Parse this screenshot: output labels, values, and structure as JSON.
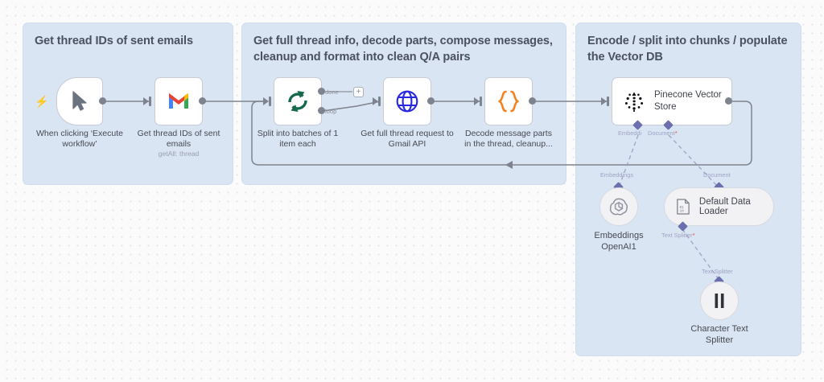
{
  "app": "n8n-workflow-canvas",
  "canvas": {
    "background_color": "#fbfbfc",
    "grid_dot_color": "#e3e3ea",
    "sticky_color": "#dae5f3"
  },
  "sticky_notes": [
    {
      "id": "note-1",
      "title": "Get thread IDs of sent emails"
    },
    {
      "id": "note-2",
      "title": "Get full thread info, decode parts, compose messages, cleanup and format into clean Q/A pairs"
    },
    {
      "id": "note-3",
      "title": "Encode / split into chunks / populate the Vector DB"
    }
  ],
  "nodes": [
    {
      "id": "node-when-clicking-execute-workflow",
      "icon": "cursor-pointer-icon",
      "label": "When clicking ‘Execute\nworkflow’",
      "subtitle": "",
      "type": "manual-trigger"
    },
    {
      "id": "node-get-thread-ids",
      "icon": "gmail-icon",
      "label": "Get thread IDs of sent\nemails",
      "subtitle": "getAll: thread",
      "type": "gmail"
    },
    {
      "id": "node-split-in-batches",
      "icon": "loop-icon",
      "label": "Split into batches of 1\nitem each",
      "subtitle": "",
      "type": "split-in-batches",
      "outputs": [
        "done",
        "loop"
      ]
    },
    {
      "id": "node-http-request-gmail",
      "icon": "globe-icon",
      "label": "Get full thread request to\nGmail API",
      "subtitle": "",
      "type": "http-request"
    },
    {
      "id": "node-code-decode",
      "icon": "code-braces-icon",
      "label": "Decode message parts\nin the thread, cleanup...",
      "subtitle": "",
      "type": "code"
    },
    {
      "id": "node-pinecone-vector-store",
      "icon": "pinecone-icon",
      "label": "Pinecone Vector\nStore",
      "subtitle": "",
      "type": "vector-store"
    },
    {
      "id": "node-embeddings-openai",
      "icon": "openai-icon",
      "label": "Embeddings\nOpenAI1",
      "subtitle": "",
      "type": "embeddings"
    },
    {
      "id": "node-default-data-loader",
      "icon": "binary-file-icon",
      "label": "Default Data Loader",
      "subtitle": "",
      "type": "document-loader"
    },
    {
      "id": "node-character-text-splitter",
      "icon": "pause-bars-icon",
      "label": "Character Text\nSplitter",
      "subtitle": "",
      "type": "text-splitter"
    }
  ],
  "edge_labels": {
    "done": "done",
    "loop": "loop",
    "add_button": "+"
  },
  "ai_ports": {
    "pinecone_embedding": "Embeddi",
    "pinecone_document": "Document",
    "pinecone_document_required": "*",
    "embeddings_port": "Embeddings",
    "document_port": "Document",
    "data_loader_text_splitter": "Text Splitter",
    "data_loader_text_splitter_required": "*",
    "splitter_port": "Text Splitter"
  },
  "icons": {
    "trigger_bolt": "lightning-bolt-icon"
  }
}
